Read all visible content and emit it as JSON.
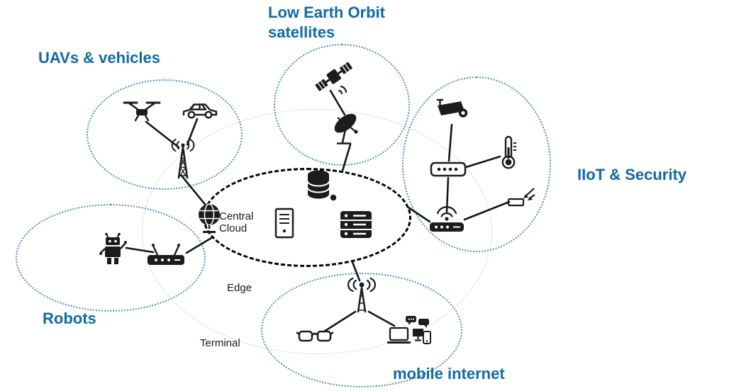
{
  "diagram": {
    "clusters": {
      "uav": {
        "label": "UAVs & vehicles",
        "icons": [
          "drone",
          "car",
          "cell-tower"
        ]
      },
      "leo": {
        "label": "Low Earth Orbit satellites",
        "icons": [
          "satellite",
          "satellite-dish"
        ]
      },
      "iiot": {
        "label": "IIoT & Security",
        "icons": [
          "cctv-camera",
          "thermometer",
          "network-switch",
          "light-sensor",
          "wifi-access-point"
        ]
      },
      "robots": {
        "label": "Robots",
        "icons": [
          "robot",
          "wifi-router"
        ]
      },
      "mobile": {
        "label": "mobile internet",
        "icons": [
          "radio-antenna",
          "smart-glasses",
          "mobile-devices"
        ]
      }
    },
    "core": {
      "label": "Central Cloud",
      "icons": [
        "globe",
        "database",
        "server-tower",
        "server-rack"
      ]
    },
    "layers": {
      "edge_label": "Edge",
      "terminal_label": "Terminal"
    },
    "edges": [
      [
        "drone",
        "cell-tower"
      ],
      [
        "car",
        "cell-tower"
      ],
      [
        "cell-tower",
        "central-cloud"
      ],
      [
        "satellite",
        "satellite-dish"
      ],
      [
        "satellite-dish",
        "central-cloud"
      ],
      [
        "cctv-camera",
        "network-switch"
      ],
      [
        "network-switch",
        "thermometer"
      ],
      [
        "network-switch",
        "wifi-access-point"
      ],
      [
        "wifi-access-point",
        "light-sensor"
      ],
      [
        "wifi-access-point",
        "central-cloud"
      ],
      [
        "robot",
        "wifi-router"
      ],
      [
        "wifi-router",
        "central-cloud"
      ],
      [
        "radio-antenna",
        "central-cloud"
      ],
      [
        "radio-antenna",
        "smart-glasses"
      ],
      [
        "radio-antenna",
        "mobile-devices"
      ]
    ],
    "colors": {
      "label_blue": "#0e6aa8",
      "ring_blue": "#4a90c9",
      "ring_gray": "#c8c8c8",
      "ring_black": "#000000",
      "icon_black": "#1c1c1c"
    }
  }
}
